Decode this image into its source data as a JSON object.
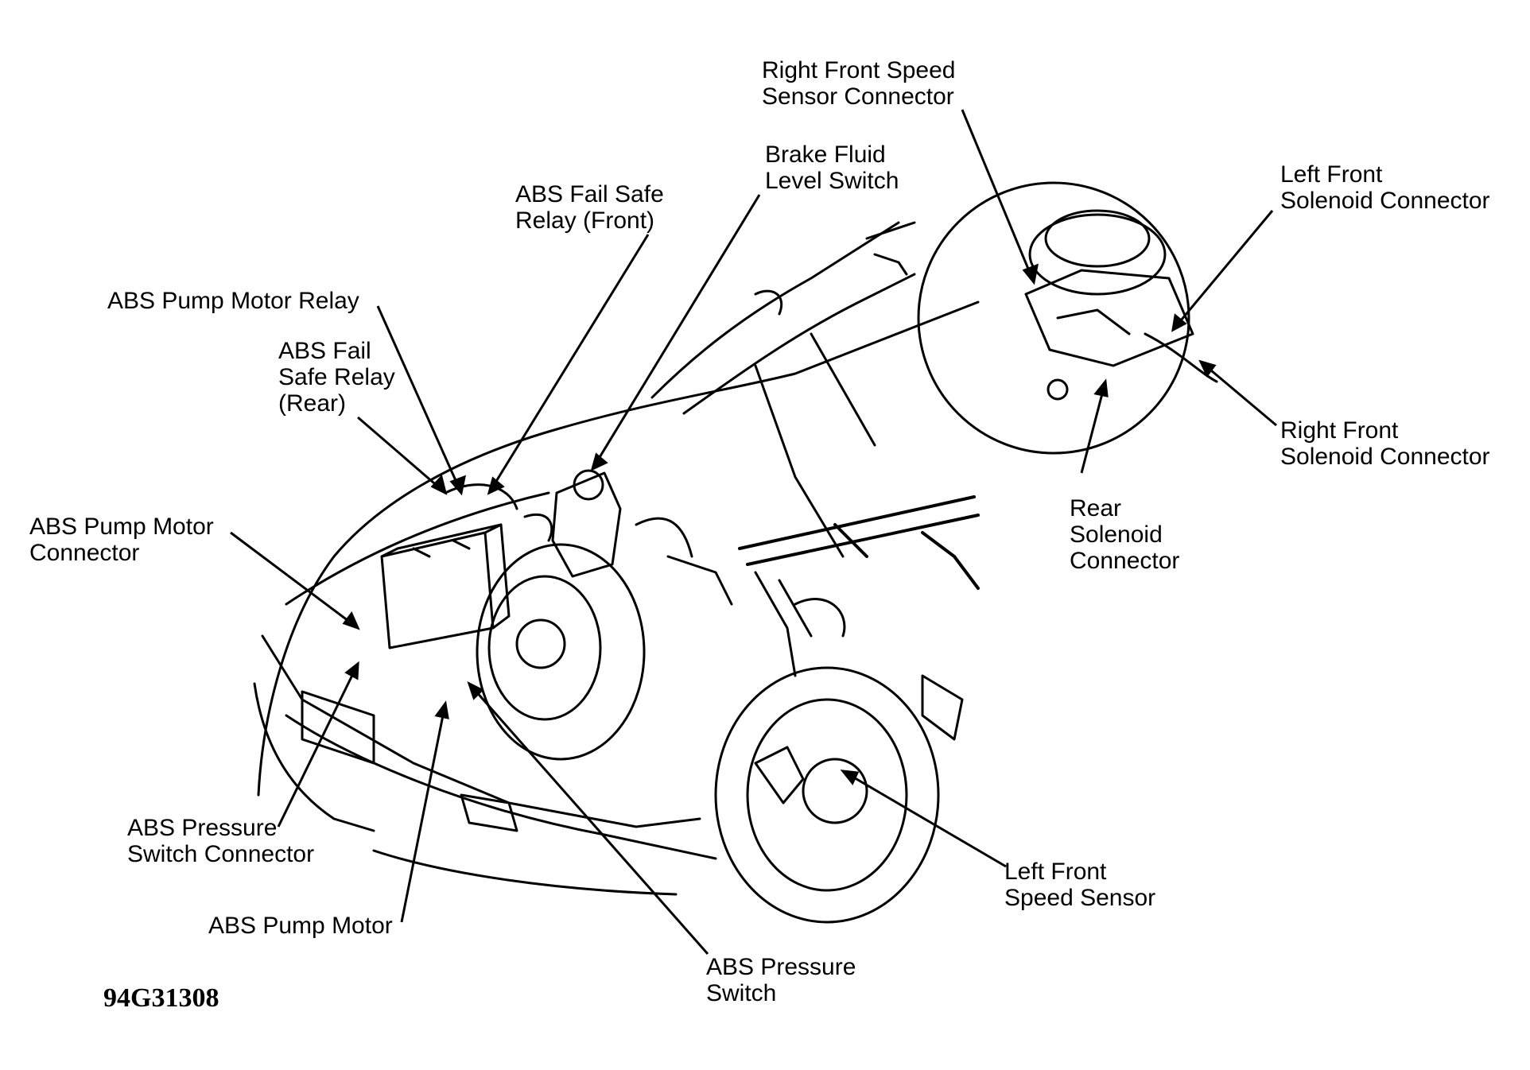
{
  "figure_id": "94G31308",
  "callouts": {
    "right_front_speed_sensor_connector": [
      "Right Front Speed",
      "Sensor Connector"
    ],
    "brake_fluid_level_switch": [
      "Brake Fluid",
      "Level Switch"
    ],
    "abs_fail_safe_relay_front": [
      "ABS Fail Safe",
      "Relay (Front)"
    ],
    "left_front_solenoid_connector": [
      "Left Front",
      "Solenoid Connector"
    ],
    "abs_pump_motor_relay": [
      "ABS Pump Motor Relay"
    ],
    "abs_fail_safe_relay_rear": [
      "ABS Fail",
      "Safe Relay",
      "(Rear)"
    ],
    "right_front_solenoid_connector": [
      "Right Front",
      "Solenoid Connector"
    ],
    "rear_solenoid_connector": [
      "Rear",
      "Solenoid",
      "Connector"
    ],
    "abs_pump_motor_connector": [
      "ABS Pump Motor",
      "Connector"
    ],
    "abs_pressure_switch_connector": [
      "ABS Pressure",
      "Switch Connector"
    ],
    "left_front_speed_sensor": [
      "Left Front",
      "Speed Sensor"
    ],
    "abs_pump_motor": [
      "ABS Pump Motor"
    ],
    "abs_pressure_switch": [
      "ABS Pressure",
      "Switch"
    ]
  },
  "colors": {
    "ink": "#000000",
    "background": "#ffffff"
  }
}
